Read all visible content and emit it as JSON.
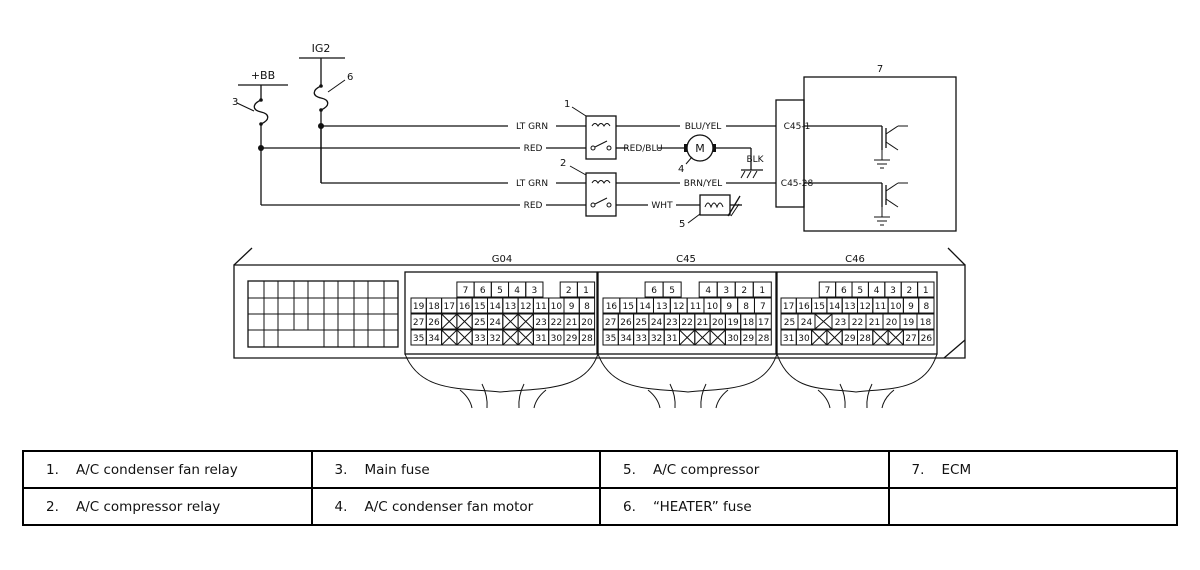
{
  "diagram": {
    "supplies": {
      "bb": "+BB",
      "ig2": "IG2"
    },
    "callouts": [
      "1",
      "2",
      "3",
      "4",
      "5",
      "6",
      "7"
    ],
    "wires": {
      "lt_grn_1": "LT GRN",
      "red_1": "RED",
      "lt_grn_2": "LT GRN",
      "red_2": "RED",
      "blu_yel": "BLU/YEL",
      "red_blu": "RED/BLU",
      "brn_yel": "BRN/YEL",
      "wht": "WHT",
      "blk": "BLK"
    },
    "motor_symbol": "M",
    "ecm_terminals": {
      "t1": "C45-1",
      "t2": "C45-28"
    },
    "connectors": [
      {
        "name": "G04",
        "rows": [
          [
            "7",
            "6",
            "5",
            "4",
            "3",
            "",
            "2",
            "1"
          ],
          [
            "19",
            "18",
            "17",
            "16",
            "15",
            "14",
            "13",
            "12",
            "11",
            "10",
            "9",
            "8"
          ],
          [
            "27",
            "26",
            "",
            "",
            "25",
            "24",
            "",
            "",
            "23",
            "22",
            "21",
            "20"
          ],
          [
            "35",
            "34",
            "",
            "",
            "33",
            "32",
            "",
            "",
            "31",
            "30",
            "29",
            "28"
          ]
        ]
      },
      {
        "name": "C45",
        "rows": [
          [
            "6",
            "5",
            "",
            "4",
            "3",
            "2",
            "1"
          ],
          [
            "16",
            "15",
            "14",
            "13",
            "12",
            "11",
            "10",
            "9",
            "8",
            "7"
          ],
          [
            "27",
            "26",
            "25",
            "24",
            "23",
            "22",
            "21",
            "20",
            "19",
            "18",
            "17"
          ],
          [
            "35",
            "34",
            "33",
            "32",
            "31",
            "",
            "",
            "",
            "30",
            "29",
            "28"
          ]
        ]
      },
      {
        "name": "C46",
        "rows": [
          [
            "7",
            "6",
            "5",
            "4",
            "3",
            "2",
            "1"
          ],
          [
            "17",
            "16",
            "15",
            "14",
            "13",
            "12",
            "11",
            "10",
            "9",
            "8"
          ],
          [
            "25",
            "24",
            "",
            "23",
            "22",
            "21",
            "20",
            "19",
            "18"
          ],
          [
            "31",
            "30",
            "",
            "",
            "29",
            "28",
            "",
            "",
            "27",
            "26"
          ]
        ]
      }
    ]
  },
  "legend": [
    [
      {
        "num": "1.",
        "text": "A/C condenser fan relay"
      },
      {
        "num": "3.",
        "text": "Main fuse"
      },
      {
        "num": "5.",
        "text": "A/C compressor"
      },
      {
        "num": "7.",
        "text": "ECM"
      }
    ],
    [
      {
        "num": "2.",
        "text": "A/C compressor relay"
      },
      {
        "num": "4.",
        "text": "A/C condenser fan motor"
      },
      {
        "num": "6.",
        "text": "“HEATER” fuse"
      },
      {
        "num": "",
        "text": ""
      }
    ]
  ]
}
